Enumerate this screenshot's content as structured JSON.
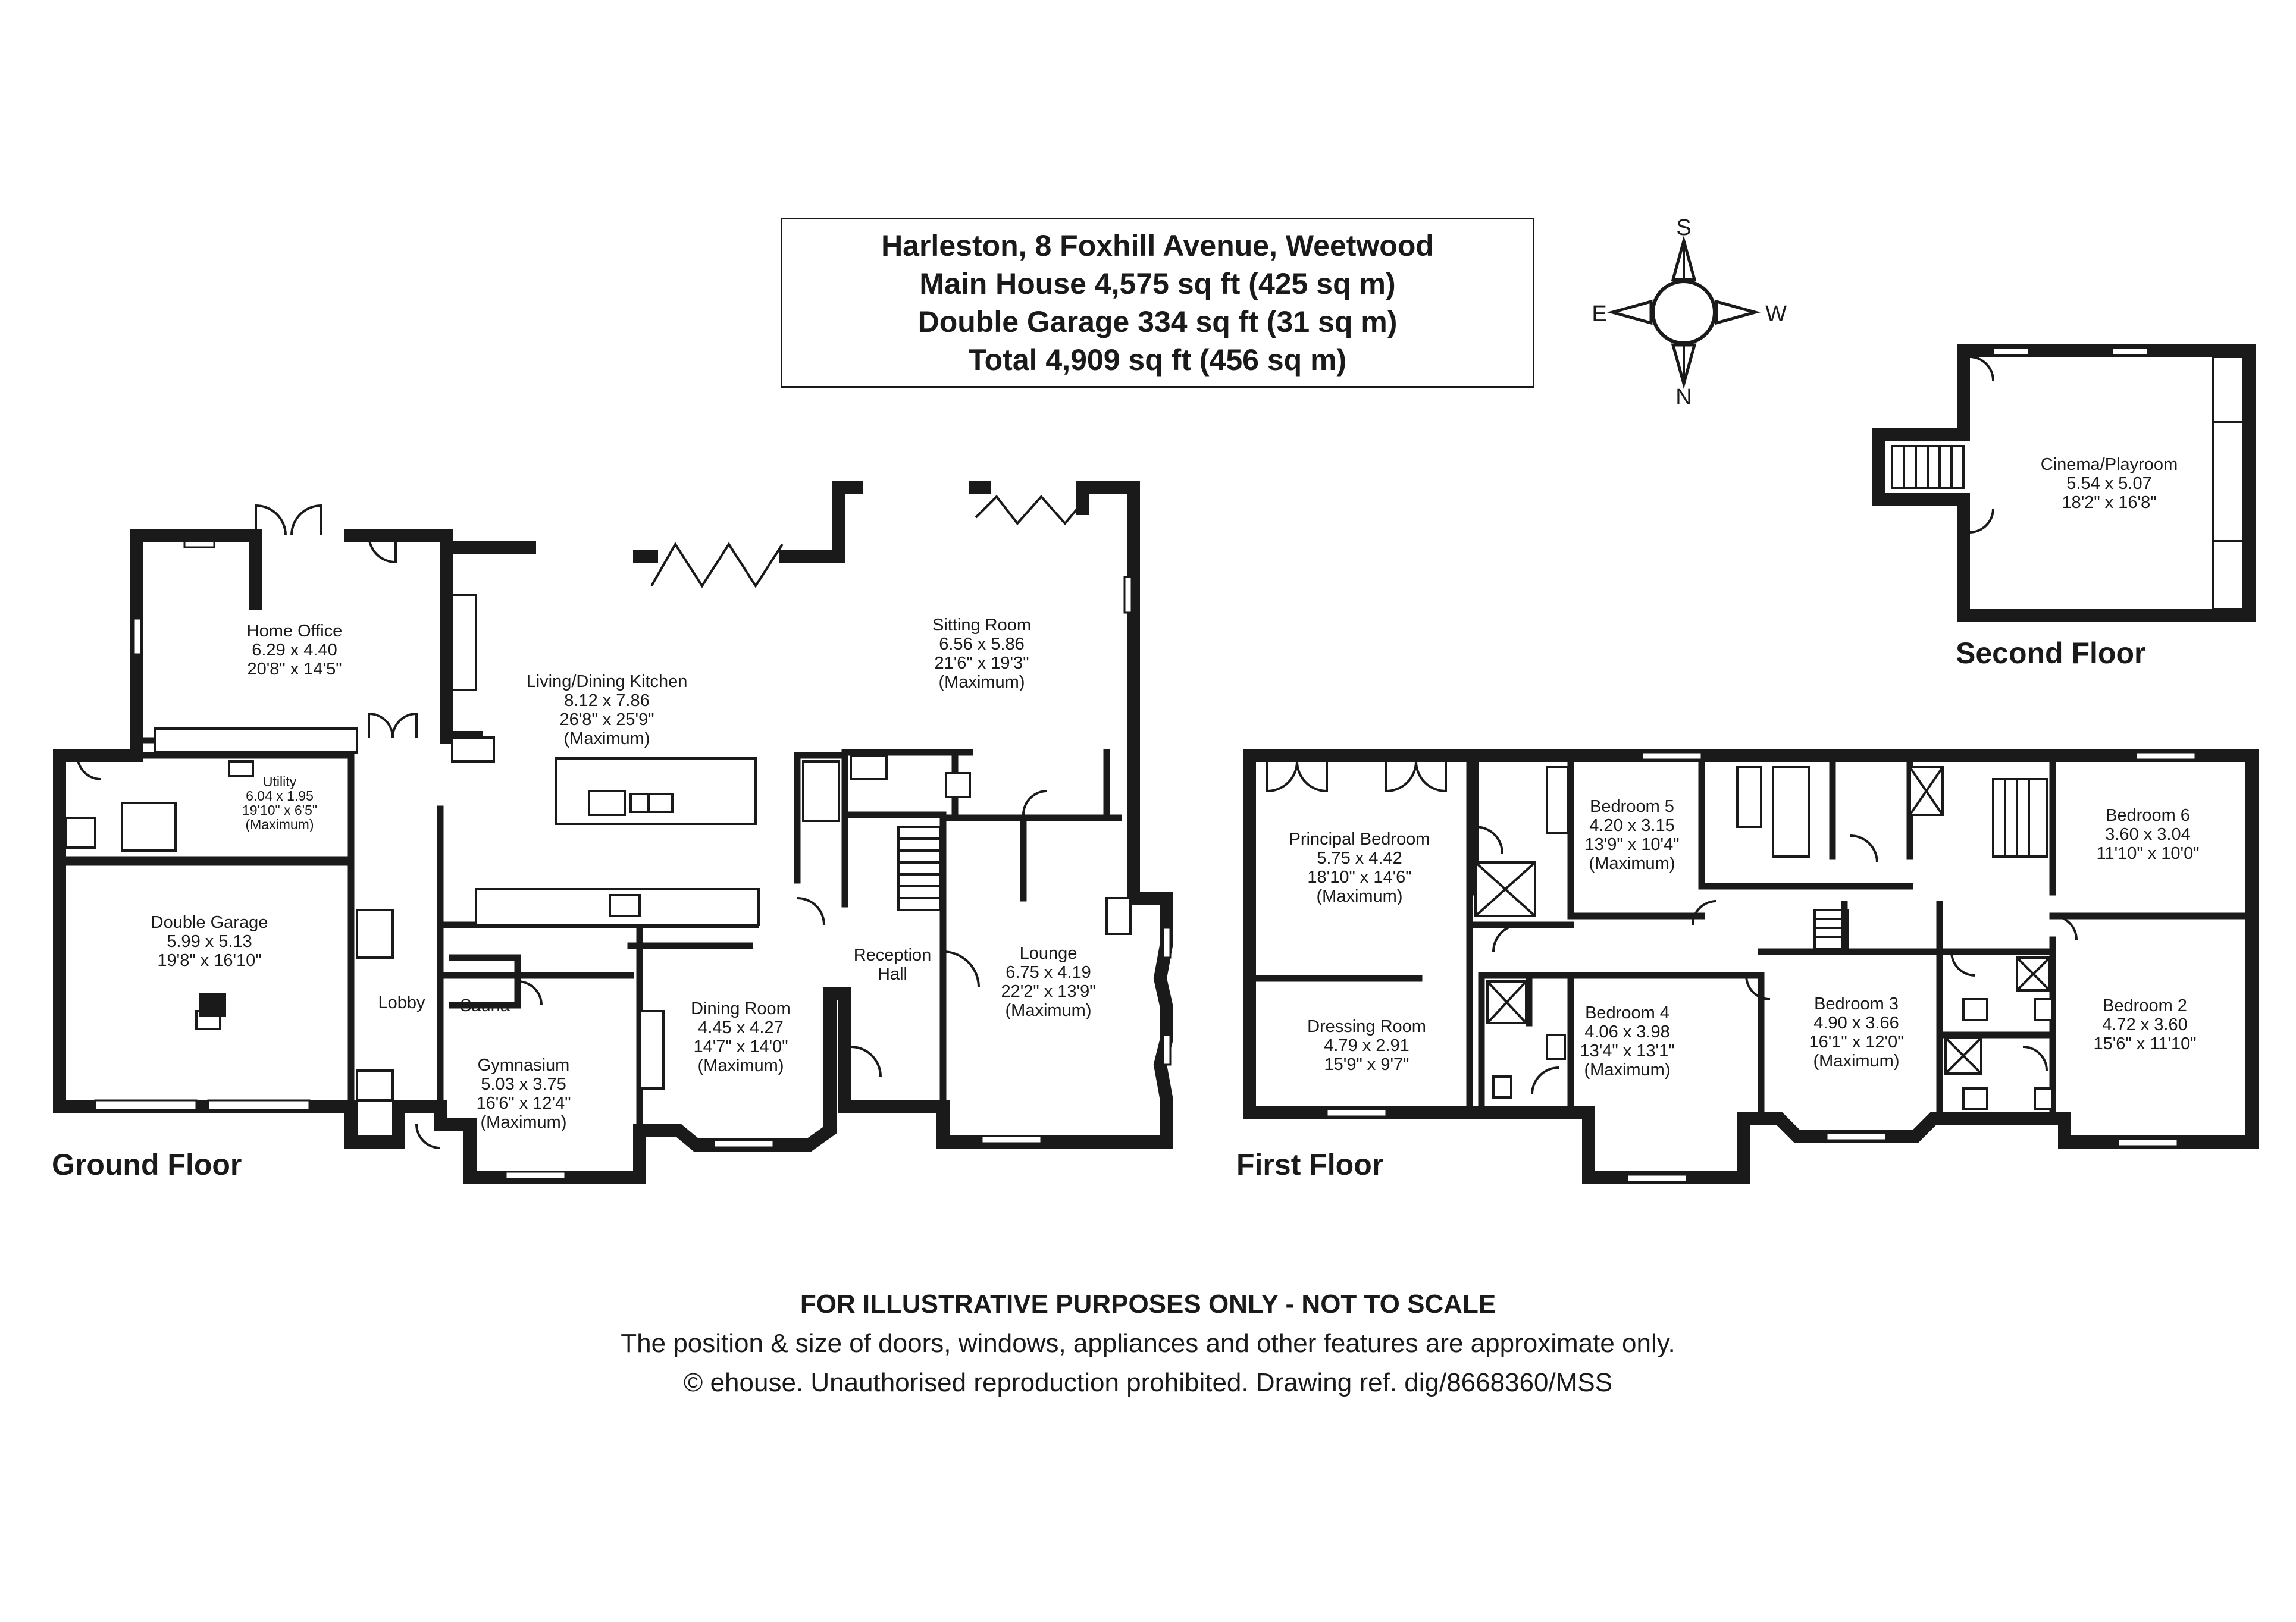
{
  "header": {
    "line1": "Harleston, 8 Foxhill Avenue, Weetwood",
    "line2": "Main House 4,575 sq ft (425 sq m)",
    "line3": "Double Garage 334 sq ft (31 sq m)",
    "line4": "Total 4,909 sq ft (456 sq m)"
  },
  "compass": {
    "top": "S",
    "bottom": "N",
    "left": "E",
    "right": "W"
  },
  "floors": {
    "ground": "Ground Floor",
    "first": "First Floor",
    "second": "Second Floor"
  },
  "rooms": {
    "home_office": [
      "Home Office",
      "6.29 x 4.40",
      "20'8\" x 14'5\""
    ],
    "utility": [
      "Utility",
      "6.04 x 1.95",
      "19'10\" x 6'5\"",
      "(Maximum)"
    ],
    "double_garage": [
      "Double Garage",
      "5.99 x 5.13",
      "19'8\" x 16'10\""
    ],
    "lobby": [
      "Lobby"
    ],
    "sauna": [
      "Sauna"
    ],
    "gymnasium": [
      "Gymnasium",
      "5.03 x 3.75",
      "16'6\" x 12'4\"",
      "(Maximum)"
    ],
    "living_dining_kitchen": [
      "Living/Dining Kitchen",
      "8.12 x 7.86",
      "26'8\" x 25'9\"",
      "(Maximum)"
    ],
    "dining_room": [
      "Dining Room",
      "4.45 x 4.27",
      "14'7\" x 14'0\"",
      "(Maximum)"
    ],
    "reception_hall": [
      "Reception",
      "Hall"
    ],
    "sitting_room": [
      "Sitting Room",
      "6.56 x 5.86",
      "21'6\" x 19'3\"",
      "(Maximum)"
    ],
    "lounge": [
      "Lounge",
      "6.75 x 4.19",
      "22'2\" x 13'9\"",
      "(Maximum)"
    ],
    "principal_bedroom": [
      "Principal Bedroom",
      "5.75 x 4.42",
      "18'10\" x 14'6\"",
      "(Maximum)"
    ],
    "dressing_room": [
      "Dressing Room",
      "4.79 x 2.91",
      "15'9\" x 9'7\""
    ],
    "bedroom5": [
      "Bedroom 5",
      "4.20 x 3.15",
      "13'9\" x 10'4\"",
      "(Maximum)"
    ],
    "bedroom4": [
      "Bedroom 4",
      "4.06 x 3.98",
      "13'4\" x 13'1\"",
      "(Maximum)"
    ],
    "bedroom3": [
      "Bedroom 3",
      "4.90 x 3.66",
      "16'1\" x 12'0\"",
      "(Maximum)"
    ],
    "bedroom6": [
      "Bedroom 6",
      "3.60 x 3.04",
      "11'10\" x 10'0\""
    ],
    "bedroom2": [
      "Bedroom 2",
      "4.72 x 3.60",
      "15'6\" x 11'10\""
    ],
    "cinema_playroom": [
      "Cinema/Playroom",
      "5.54 x 5.07",
      "18'2\" x 16'8\""
    ]
  },
  "footer": {
    "line1": "FOR ILLUSTRATIVE PURPOSES ONLY - NOT TO SCALE",
    "line2": "The position & size of doors, windows, appliances and other features are approximate only.",
    "line3": "© ehouse. Unauthorised reproduction prohibited. Drawing ref. dig/8668360/MSS"
  }
}
